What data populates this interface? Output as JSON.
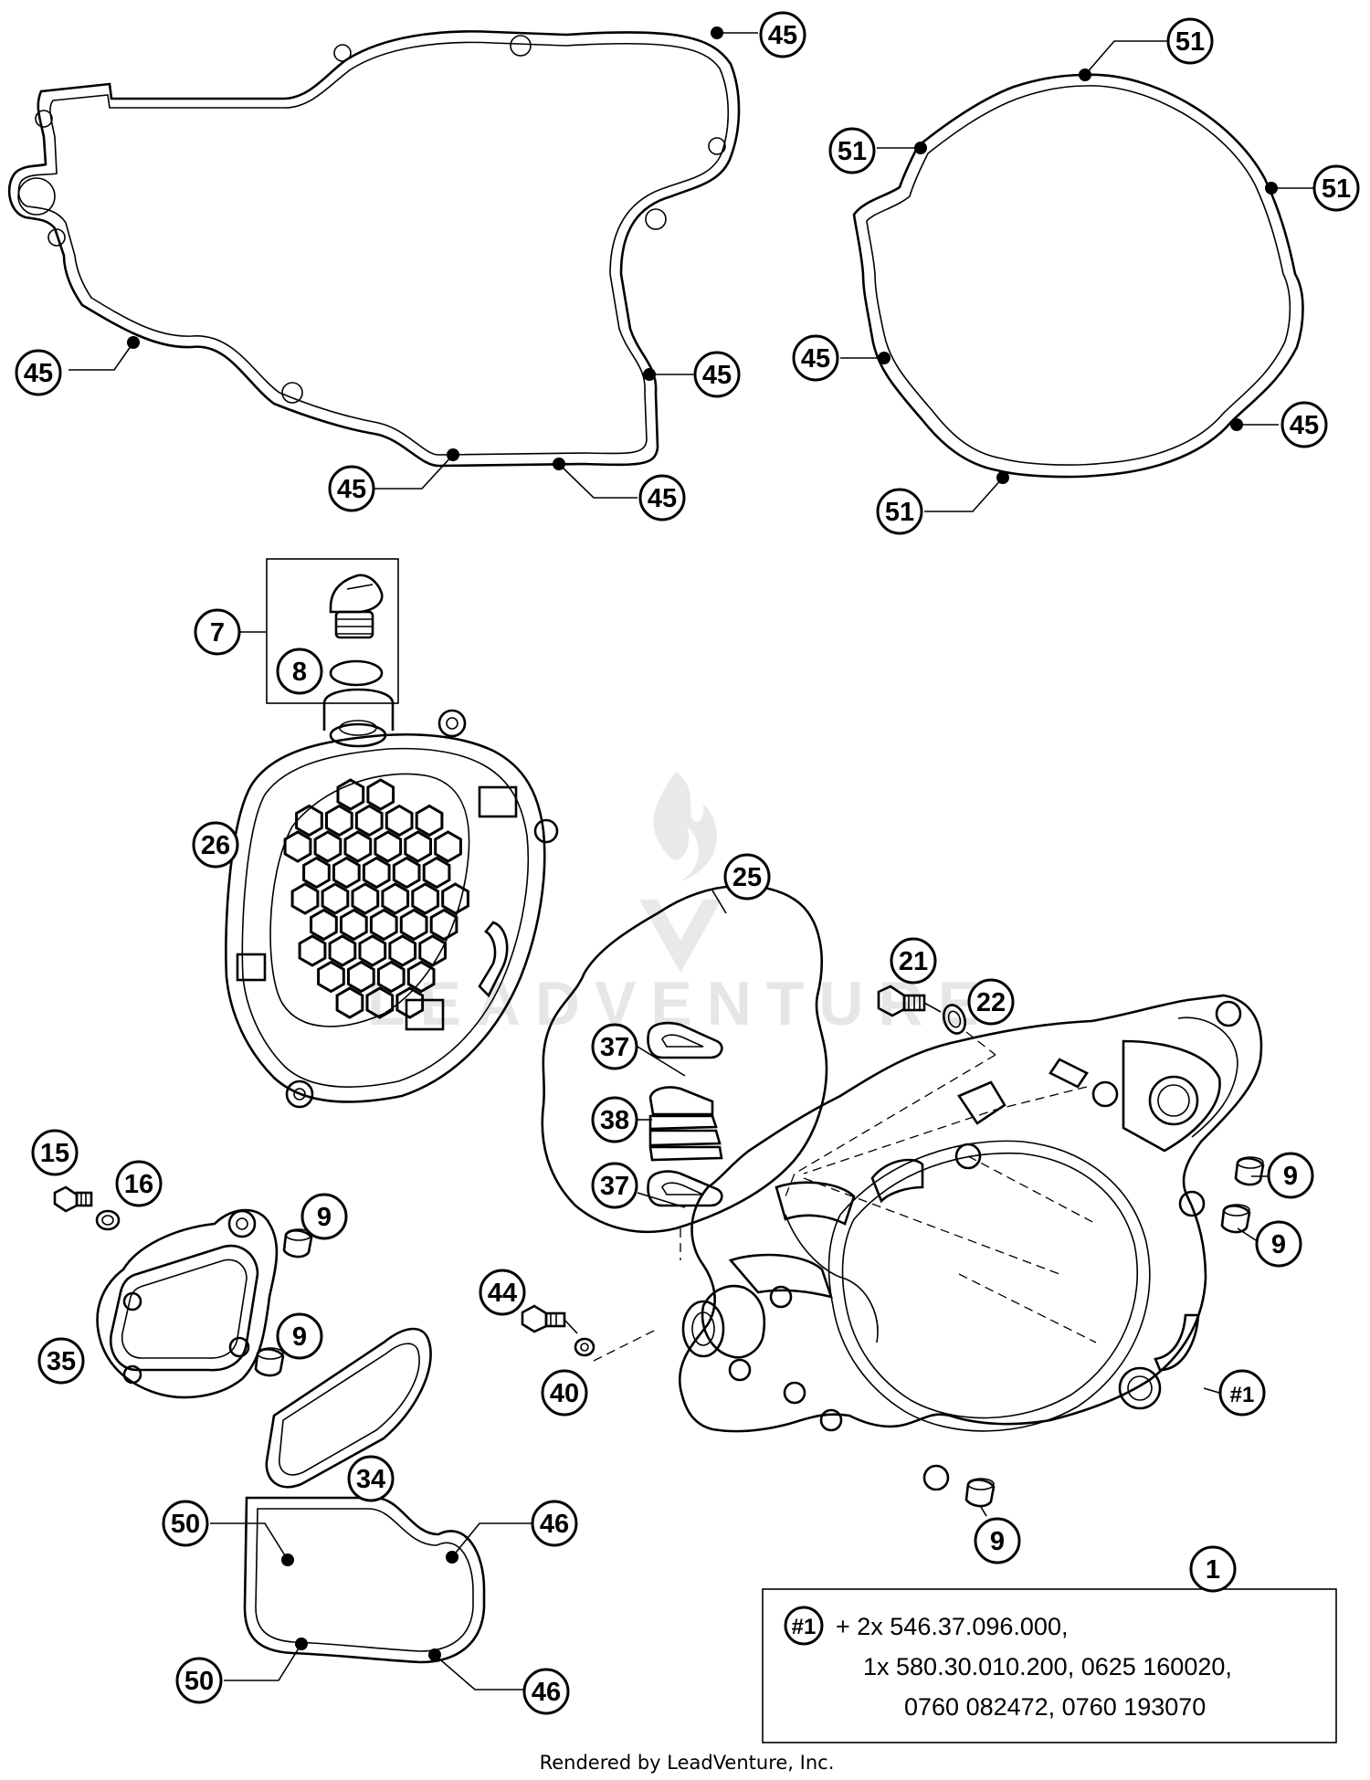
{
  "callouts": {
    "c45_a": "45",
    "c45_b": "45",
    "c45_c": "45",
    "c45_d": "45",
    "c45_e": "45",
    "c45_f": "45",
    "c45_g": "45",
    "c51_a": "51",
    "c51_b": "51",
    "c51_c": "51",
    "c51_d": "51",
    "c7": "7",
    "c8": "8",
    "c26": "26",
    "c25": "25",
    "c21": "21",
    "c22": "22",
    "c37_a": "37",
    "c38": "38",
    "c37_b": "37",
    "c15": "15",
    "c16": "16",
    "c9_a": "9",
    "c9_b": "9",
    "c9_c": "9",
    "c9_d": "9",
    "c9_e": "9",
    "c35": "35",
    "c34": "34",
    "c44": "44",
    "c40": "40",
    "c_hash1": "#1",
    "c50_a": "50",
    "c50_b": "50",
    "c46_a": "46",
    "c46_b": "46",
    "c1": "1"
  },
  "note": {
    "hash_label": "#1",
    "line1": "+ 2x 546.37.096.000,",
    "line2": "1x 580.30.010.200, 0625 160020,",
    "line3": "0760 082472, 0760 193070"
  },
  "watermark": "LEADVENTURE",
  "footer": "Rendered by LeadVenture, Inc."
}
